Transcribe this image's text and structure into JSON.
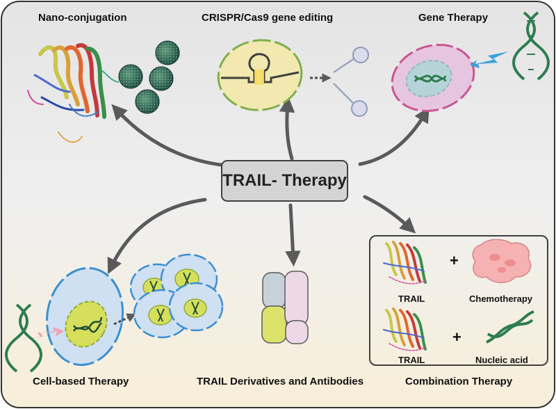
{
  "center": "TRAIL- Therapy",
  "nodes": {
    "nano": "Nano-conjugation",
    "crispr": "CRISPR/Cas9 gene editing",
    "gene": "Gene Therapy",
    "cell": "Cell-based Therapy",
    "derivatives": "TRAIL Derivatives and Antibodies",
    "combination": "Combination Therapy"
  },
  "combination_items": {
    "trail_1": "TRAIL",
    "plus_1": "+",
    "chemo": "Chemotherapy",
    "trail_2": "TRAIL",
    "plus_2": "+",
    "nucleic": "Nucleic acid"
  },
  "colors": {
    "arrow": "#5a5a5a",
    "bg_top": "#e6e6e6",
    "bg_bottom": "#f8efd9",
    "nano_sphere": "#2f6d5e",
    "crispr_cell": "#f2e8b0",
    "crispr_membrane": "#7fae4c",
    "gene_cell": "#e6c5e0",
    "gene_membrane": "#c9558f",
    "cell_blue": "#cfe0f2",
    "cell_nucleus": "#d6df5c",
    "dna_green": "#2e7d4f",
    "pink_bolt": "#f0a3b5",
    "blue_bolt": "#3aa1dc",
    "chemo_cell": "#f6b2b2",
    "antibody_blue": "#c6d2d8",
    "antibody_yellow": "#dbe36b",
    "antibody_pink": "#ecd8e6"
  },
  "icons": [
    "protein-ribbon-icon",
    "nanoparticle-icon",
    "crispr-cell-icon",
    "gene-cell-icon",
    "dna-icon",
    "lightning-icon",
    "stem-cell-icon",
    "antibody-icon",
    "chemo-cell-icon"
  ]
}
